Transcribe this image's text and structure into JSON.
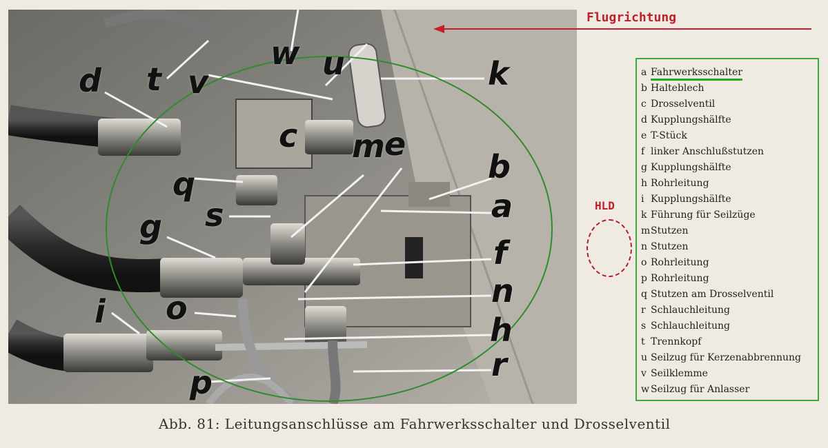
{
  "annotations": {
    "direction_label": "Flugrichtung",
    "highlight_label": "HLD"
  },
  "caption": "Abb. 81: Leitungsanschlüsse am Fahrwerksschalter und Drosselventil",
  "photo_labels": [
    "d",
    "t",
    "v",
    "w",
    "u",
    "k",
    "c",
    "m",
    "e",
    "b",
    "q",
    "s",
    "a",
    "g",
    "f",
    "n",
    "i",
    "o",
    "h",
    "p",
    "r"
  ],
  "legend": [
    {
      "key": "a",
      "desc": "Fahrwerksschalter"
    },
    {
      "key": "b",
      "desc": "Halteblech"
    },
    {
      "key": "c",
      "desc": "Drosselventil"
    },
    {
      "key": "d",
      "desc": "Kupplungshälfte"
    },
    {
      "key": "e",
      "desc": "T-Stück"
    },
    {
      "key": "f",
      "desc": "linker Anschlußstutzen"
    },
    {
      "key": "g",
      "desc": "Kupplungshälfte"
    },
    {
      "key": "h",
      "desc": "Rohrleitung"
    },
    {
      "key": "i",
      "desc": "Kupplungshälfte"
    },
    {
      "key": "k",
      "desc": "Führung für Seilzüge"
    },
    {
      "key": "m",
      "desc": "Stutzen"
    },
    {
      "key": "n",
      "desc": "Stutzen"
    },
    {
      "key": "o",
      "desc": "Rohrleitung"
    },
    {
      "key": "p",
      "desc": "Rohrleitung"
    },
    {
      "key": "q",
      "desc": "Stutzen am Drosselventil"
    },
    {
      "key": "r",
      "desc": "Schlauchleitung"
    },
    {
      "key": "s",
      "desc": "Schlauchleitung"
    },
    {
      "key": "t",
      "desc": "Trennkopf"
    },
    {
      "key": "u",
      "desc": "Seilzug für Kerzenabbrennung"
    },
    {
      "key": "v",
      "desc": "Seilklemme"
    },
    {
      "key": "w",
      "desc": "Seilzug für Anlasser"
    }
  ],
  "colors": {
    "annotation_red": "#c0202a",
    "legend_border": "#3aaa3a",
    "highlight_ellipse": "#2e8b2e"
  }
}
